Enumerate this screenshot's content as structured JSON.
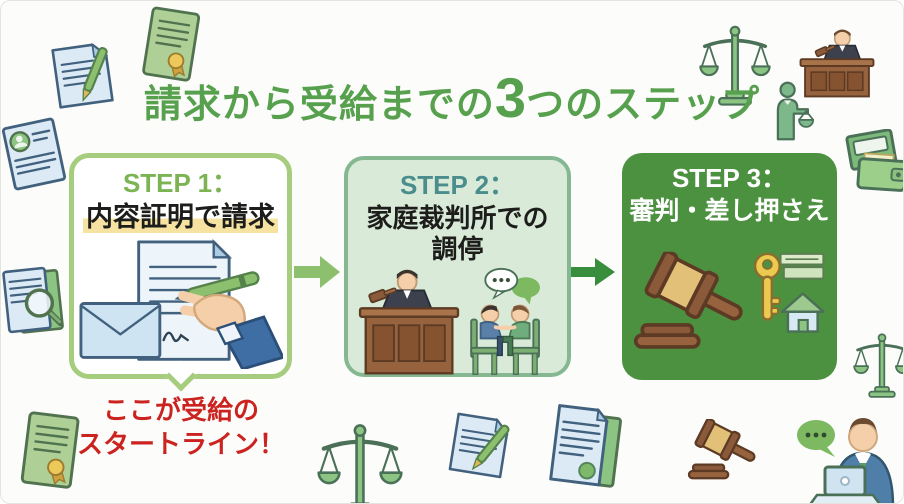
{
  "title": {
    "pre": "請求から受給までの",
    "big": "3",
    "post": "つのステップ"
  },
  "steps": [
    {
      "label": "STEP 1：",
      "heading": "内容証明で請求"
    },
    {
      "label": "STEP 2：",
      "heading": "家庭裁判所での調停"
    },
    {
      "label": "STEP 3：",
      "heading": "審判・差し押さえ"
    }
  ],
  "callout": {
    "line1": "ここが受給の",
    "line2": "スタートライン！"
  },
  "colors": {
    "title_green": "#57a14e",
    "step1_border": "#a6cd7d",
    "step1_label_green": "#7cb454",
    "highlight_yellow": "#f6e3a1",
    "step2_bg": "#d9ebd8",
    "step2_border": "#85b791",
    "step2_label_teal": "#4a8d8c",
    "step3_bg": "#4c9140",
    "arrow1_green": "#8cc06e",
    "arrow2_green": "#388e3c",
    "callout_red": "#cb2420",
    "text_dark": "#1d1d1b"
  },
  "icons": [
    "document-pen-icon",
    "certificate-icon",
    "avatar-document-icon",
    "magnifier-document-icon",
    "scales-icon",
    "judge-bench-icon",
    "person-scale-icon",
    "wallet-icon",
    "gavel-icon",
    "laptop-man-icon",
    "stamp-document-icon",
    "letter-writing-icon",
    "mediation-icon",
    "key-icon",
    "cash-icon",
    "house-icon"
  ]
}
